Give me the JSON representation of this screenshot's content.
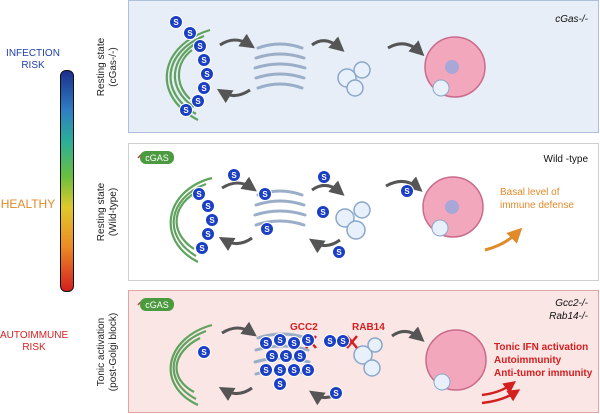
{
  "scale": {
    "top_label": "INFECTION\nRISK",
    "middle_label": "HEALTHY",
    "bottom_label": "AUTOIMMUNE\nRISK",
    "colors": {
      "infection": "#1f3fae",
      "healthy": "#e08a2a",
      "autoimmune": "#d31f1f"
    }
  },
  "panels": [
    {
      "row_label": "Resting state\n(cGas-/-)",
      "genotype": "cGas-/-",
      "outcome": ""
    },
    {
      "row_label": "Resting state\n(Wild-type)",
      "genotype": "Wild -type",
      "outcome": "Basal level of\nimmune defense",
      "cgas_label": "cGAS"
    },
    {
      "row_label": "Tonic activation\n(post-Golgi block)",
      "genotype": "Gcc2-/-\nRab14-/-",
      "outcome": "Tonic IFN activation\nAutoimmunity\nAnti-tumor immunity",
      "cgas_label": "cGAS",
      "block_labels": [
        "GCC2",
        "RAB14"
      ]
    }
  ],
  "sting_label": "S",
  "colors": {
    "sting": "#1b3fc4",
    "er": "#5fa35f",
    "golgi": "#9aaec8",
    "lysosome": "#f2a7bd",
    "arrow": "#555555",
    "block": "#d41f1f",
    "outcome_orange": "#e08a2a",
    "outcome_red": "#d41f1f"
  }
}
